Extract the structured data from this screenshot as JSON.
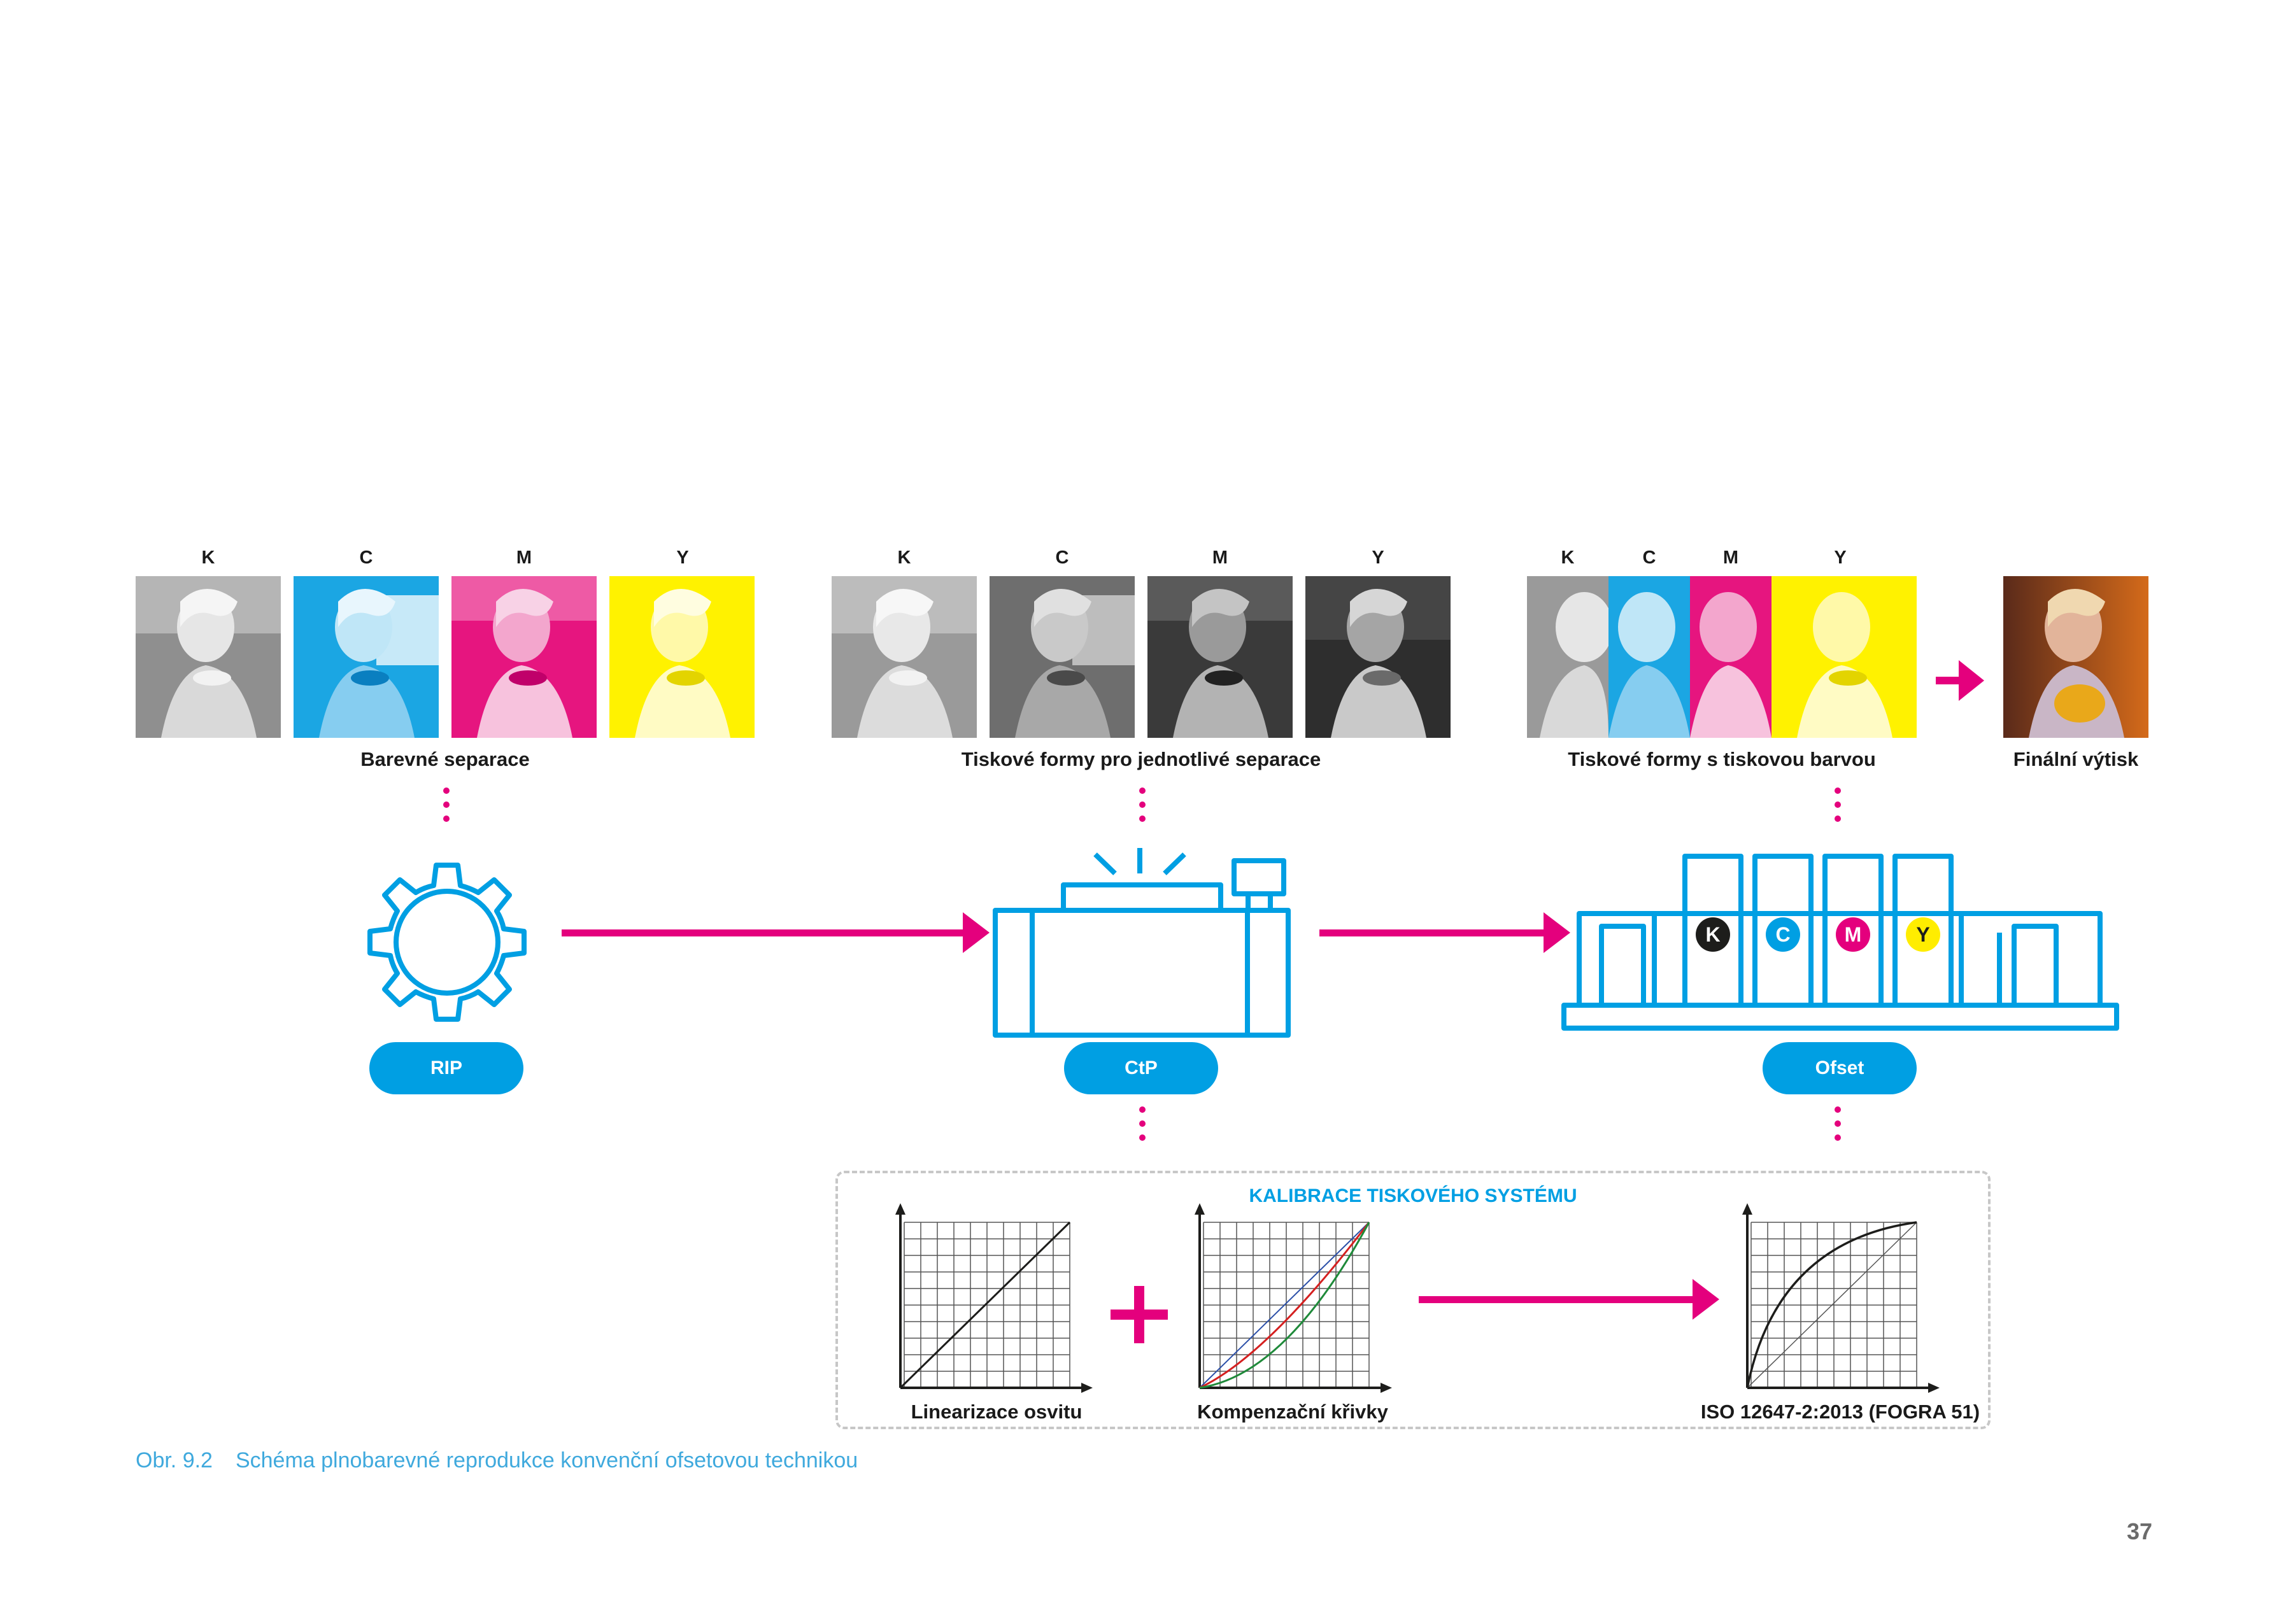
{
  "stages": {
    "separations": {
      "letters": [
        "K",
        "C",
        "M",
        "Y"
      ],
      "caption": "Barevné separace"
    },
    "plates": {
      "letters": [
        "K",
        "C",
        "M",
        "Y"
      ],
      "caption": "Tiskové formy pro jednotlivé separace"
    },
    "inked": {
      "letters": [
        "K",
        "C",
        "M",
        "Y"
      ],
      "caption": "Tiskové formy s tiskovou barvou"
    },
    "final": {
      "caption": "Finální výtisk"
    }
  },
  "devices": {
    "rip": {
      "label": "RIP",
      "icon": "gear-icon"
    },
    "ctp": {
      "label": "CtP",
      "icon": "platesetter-icon"
    },
    "offset": {
      "label": "Ofset",
      "icon": "offset-press-icon",
      "units": [
        "K",
        "C",
        "M",
        "Y"
      ]
    }
  },
  "calibration": {
    "title": "KALIBRACE TISKOVÉHO SYSTÉMU",
    "graphs": [
      {
        "label": "Linearizace osvitu"
      },
      {
        "label": "Kompenzační křivky"
      },
      {
        "label": "ISO 12647-2:2013 (FOGRA 51)"
      }
    ],
    "operator": "+"
  },
  "colors": {
    "cyan": "#009fe3",
    "magenta": "#e4007d",
    "yellow": "#ffed00",
    "black": "#1d1d1b",
    "grey_border": "#c7c7c7"
  },
  "figure_caption": {
    "number": "Obr. 9.2",
    "text": "Schéma plnobarevné reprodukce konvenční ofsetovou technikou"
  },
  "page_number": "37"
}
